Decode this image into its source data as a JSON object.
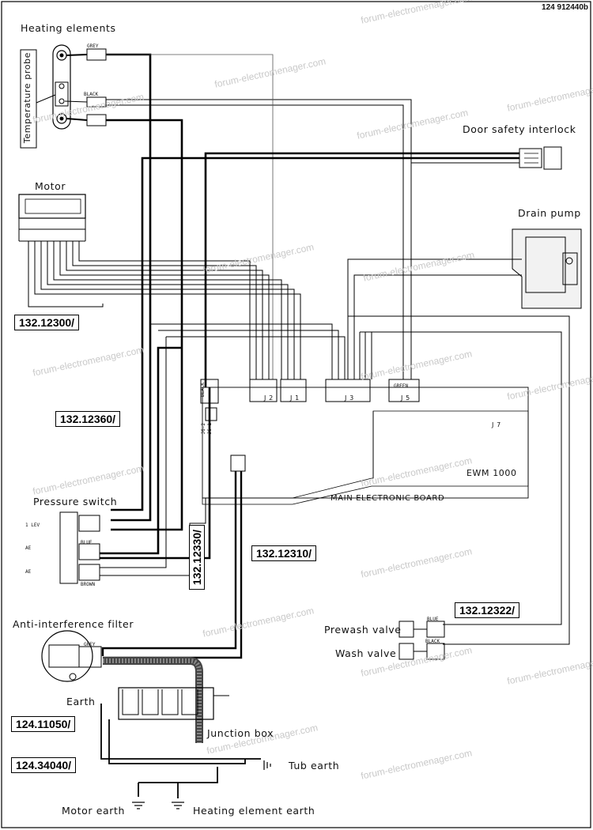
{
  "doc_id": "124 912440b",
  "watermark": "forum-electromenager.com",
  "components": {
    "heating_elements": "Heating elements",
    "temperature_probe": "Temperature probe",
    "door_interlock": "Door safety interlock",
    "motor": "Motor",
    "drain_pump": "Drain pump",
    "pressure_switch": "Pressure switch",
    "anti_interference": "Anti-interference filter",
    "earth": "Earth",
    "junction_box": "Junction box",
    "tub_earth": "Tub earth",
    "motor_earth": "Motor earth",
    "heating_element_earth": "Heating element earth",
    "prewash_valve": "Prewash valve",
    "wash_valve": "Wash valve",
    "main_board": "MAIN ELECTRONIC BOARD",
    "board_model": "EWM 1000"
  },
  "refs": {
    "r1": "132.12300/",
    "r2": "132.12360/",
    "r3": "132.12330/",
    "r4": "132.12310/",
    "r5": "132.12322/",
    "r6": "124.11050/",
    "r7": "124.34040/"
  },
  "connectors": {
    "j2": "J 2",
    "j1": "J 1",
    "j3": "J 3",
    "j5": "J 5",
    "j7": "J 7",
    "j5_color": "GREEN",
    "j6_2": "J6-2",
    "j6_1": "J6-1",
    "black_a": "BLACK",
    "grey": "GREY",
    "black_b": "BLACK",
    "blue": "BLUE",
    "brown": "BROWN",
    "blue_v": "BLUE",
    "black_v": "BLACK",
    "grey_f": "GREY",
    "ps_1_level": "1 LEV",
    "ps_ae1": "AE",
    "ps_ae2": "AE"
  }
}
